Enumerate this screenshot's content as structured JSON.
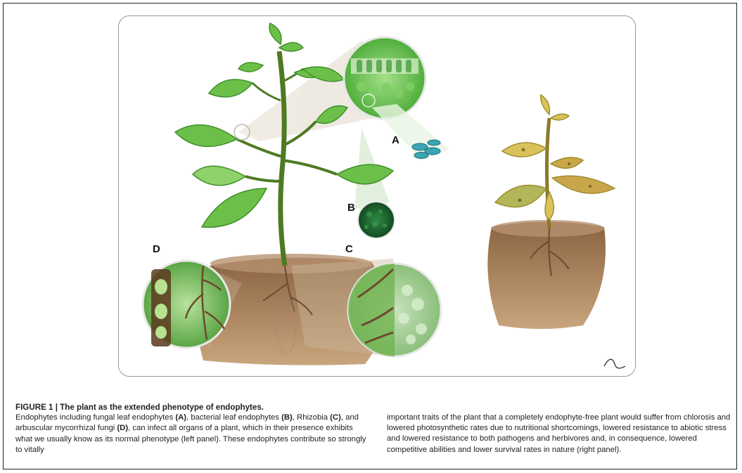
{
  "figure": {
    "labels": {
      "a": "A",
      "b": "B",
      "c": "C",
      "d": "D"
    }
  },
  "caption": {
    "title": "FIGURE 1 | The plant as the extended phenotype of endophytes.",
    "left": {
      "t1": "Endophytes including fungal leaf endophytes ",
      "ra": "(A)",
      "t2": ", bacterial leaf endophytes ",
      "rb": "(B)",
      "t3": ", Rhizobia ",
      "rc": "(C)",
      "t4": ", and arbuscular mycorrhizal fungi ",
      "rd": "(D)",
      "t5": ", can infect all organs of a plant, which in their presence exhibits what we usually know as its normal phenotype (left panel). These endophytes contribute so strongly to vitally"
    },
    "right": "important traits of the plant that a completely endophyte-free plant would suffer from chlorosis and lowered photosynthetic rates due to nutritional shortcomings, lowered resistance to abiotic stress and lowered resistance to both pathogens and herbivores and, in consequence, lowered competitive abilities and lower survival rates in nature (right panel)."
  },
  "colors": {
    "leaf": "#6cc04a",
    "leaf_dark": "#3f8f2a",
    "stem": "#5a7a2a",
    "soil": "#a67c55",
    "soil_dark": "#6b4a2e",
    "sick_leaf": "#d9c25a",
    "frame": "#9a9a9a"
  }
}
